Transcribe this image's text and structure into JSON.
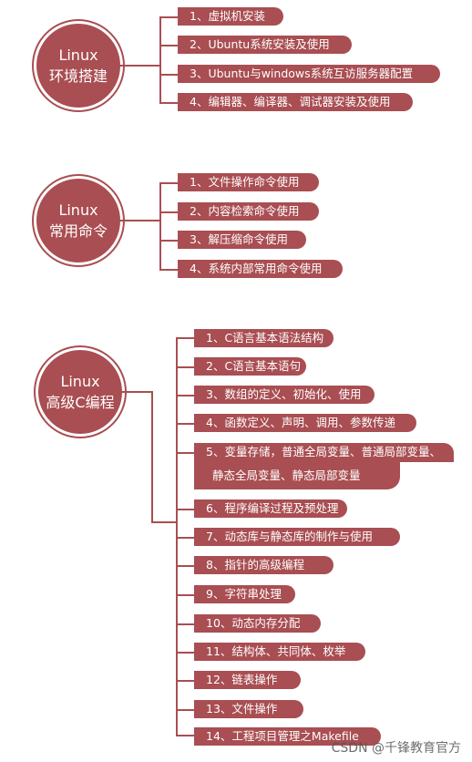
{
  "groups": [
    {
      "title_line1": "Linux",
      "title_line2": "环境搭建",
      "items": [
        "1、虚拟机安装",
        "2、Ubuntu系统安装及使用",
        "3、Ubuntu与windows系统互访服务器配置",
        "4、编辑器、编译器、调试器安装及使用"
      ]
    },
    {
      "title_line1": "Linux",
      "title_line2": "常用命令",
      "items": [
        "1、文件操作命令使用",
        "2、内容检索命令使用",
        "3、解压缩命令使用",
        "4、系统内部常用命令使用"
      ]
    },
    {
      "title_line1": "Linux",
      "title_line2": "高级C编程",
      "items": [
        "1、C语言基本语法结构",
        "2、C语言基本语句",
        "3、数组的定义、初始化、使用",
        "4、函数定义、声明、调用、参数传递",
        "5、变量存储，普通全局变量、普通局部变量、",
        "静态全局变量、静态局部变量",
        "6、程序编译过程及预处理",
        "7、动态库与静态库的制作与使用",
        "8、指针的高级编程",
        "9、字符串处理",
        "10、动态内存分配",
        "11、结构体、共同体、枚举",
        "12、链表操作",
        "13、文件操作",
        "14、工程项目管理之Makefile"
      ]
    }
  ],
  "watermark": "CSDN @千锋教育官方",
  "colors": {
    "accent": "#a94e52",
    "background": "#ffffff"
  }
}
